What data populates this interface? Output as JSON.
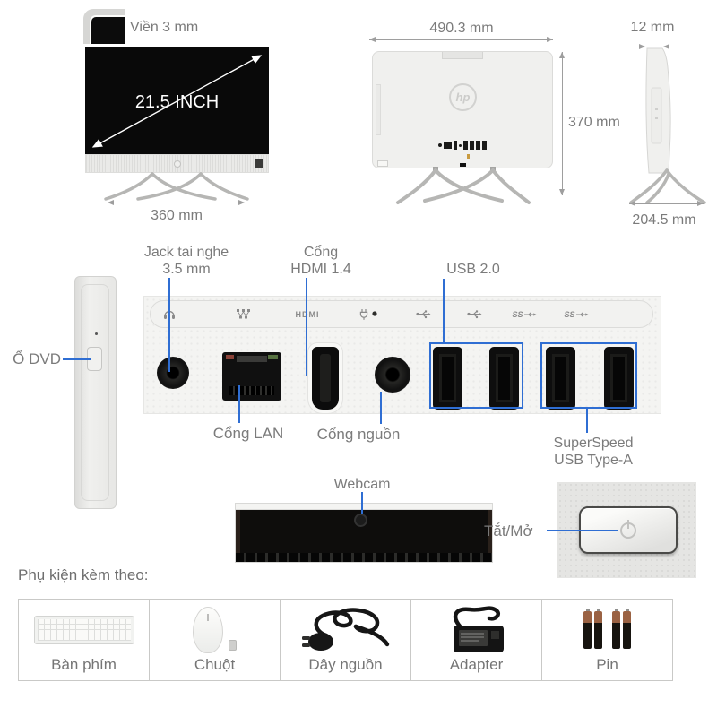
{
  "colors": {
    "accent": "#2f6ed3"
  },
  "dimensions": {
    "bezel": "Viền 3 mm",
    "screen": "21.5 INCH",
    "front_width": "360 mm",
    "back_width": "490.3 mm",
    "height": "370 mm",
    "depth": "12 mm",
    "base_depth": "204.5 mm"
  },
  "rear_ports": {
    "headphone_line1": "Jack tai nghe",
    "headphone_line2": "3.5 mm",
    "hdmi_line1": "Cổng",
    "hdmi_line2": "HDMI 1.4",
    "usb2": "USB 2.0",
    "dvd": "Ổ DVD",
    "lan": "Cổng LAN",
    "power": "Cổng nguồn",
    "superspeed_line1": "SuperSpeed",
    "superspeed_line2": "USB Type-A",
    "hdmi_port_text": "HDMI",
    "ss_icon_text": "SS"
  },
  "front": {
    "webcam": "Webcam",
    "power_toggle": "Tắt/Mở"
  },
  "accessories": {
    "title": "Phụ kiện kèm theo:",
    "items": [
      {
        "label": "Bàn phím",
        "icon": "keyboard-icon"
      },
      {
        "label": "Chuột",
        "icon": "mouse-icon"
      },
      {
        "label": "Dây nguồn",
        "icon": "power-cord-icon"
      },
      {
        "label": "Adapter",
        "icon": "adapter-icon"
      },
      {
        "label": "Pin",
        "icon": "battery-icon"
      }
    ]
  },
  "logo": "hp"
}
